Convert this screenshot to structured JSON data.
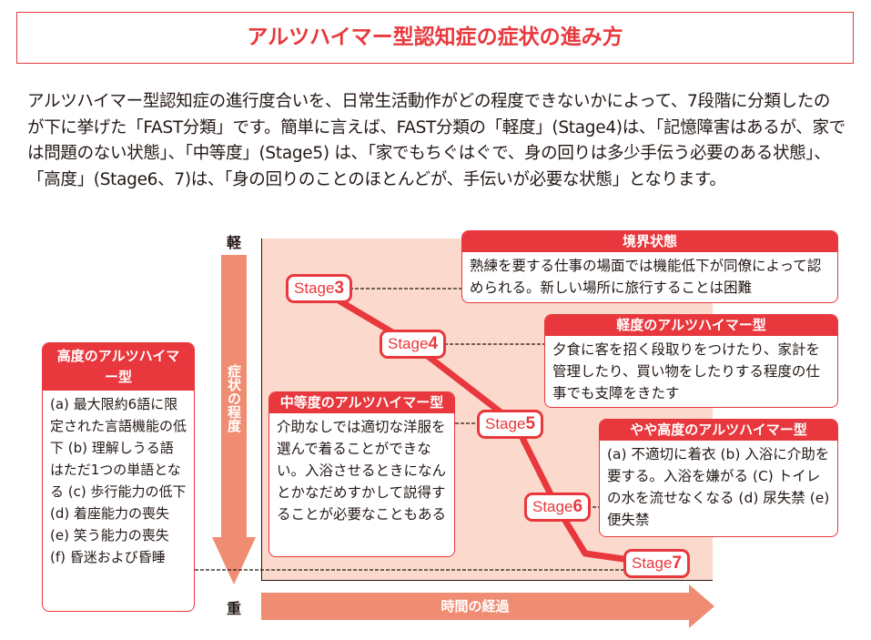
{
  "title": "アルツハイマー型認知症の症状の進み方",
  "intro": "アルツハイマー型認知症の進行度合いを、日常生活動作がどの程度できないかによって、7段階に分類したのが下に挙げた「FAST分類」です。簡単に言えば、FAST分類の「軽度」(Stage4)は、「記憶障害はあるが、家では問題のない状態」、「中等度」(Stage5) は、「家でもちぐはぐで、身の回りは多少手伝う必要のある状態」、「高度」(Stage6、7)は、「身の回りのことのほとんどが、手伝いが必要な状態」となります。",
  "axes": {
    "top": "軽",
    "bottom": "重",
    "vertical": "症状の程度",
    "horizontal": "時間の経過"
  },
  "stages": [
    {
      "prefix": "Stage",
      "num": "3"
    },
    {
      "prefix": "Stage",
      "num": "4"
    },
    {
      "prefix": "Stage",
      "num": "5"
    },
    {
      "prefix": "Stage",
      "num": "6"
    },
    {
      "prefix": "Stage",
      "num": "7"
    }
  ],
  "boxes": {
    "borderline": {
      "header": "境界状態",
      "body": "熟練を要する仕事の場面では機能低下が同僚によって認められる。新しい場所に旅行することは困難"
    },
    "mild": {
      "header": "軽度のアルツハイマー型",
      "body": "夕食に客を招く段取りをつけたり、家計を管理したり、買い物をしたりする程度の仕事でも支障をきたす"
    },
    "moderate": {
      "header": "中等度のアルツハイマー型",
      "body": "介助なしでは適切な洋服を選んで着ることができない。入浴させるときになんとかなだめすかして説得することが必要なこともある"
    },
    "moderately_severe": {
      "header": "やや高度のアルツハイマー型",
      "body": "(a) 不適切に着衣 (b) 入浴に介助を要する。入浴を嫌がる (C) トイレの水を流せなくなる (d) 尿失禁 (e) 便失禁"
    },
    "severe": {
      "header": "高度のアルツハイマー型",
      "body": "(a) 最大限約6語に限定された言語機能の低下 (b) 理解しうる語はただ1つの単語となる (c) 歩行能力の低下 (d) 着座能力の喪失 (e) 笑う能力の喪失 (f) 昏迷および昏睡"
    }
  },
  "colors": {
    "accent": "#e8383d",
    "arrow": "#f08c72",
    "plot_bg": "#fbd9cc"
  }
}
